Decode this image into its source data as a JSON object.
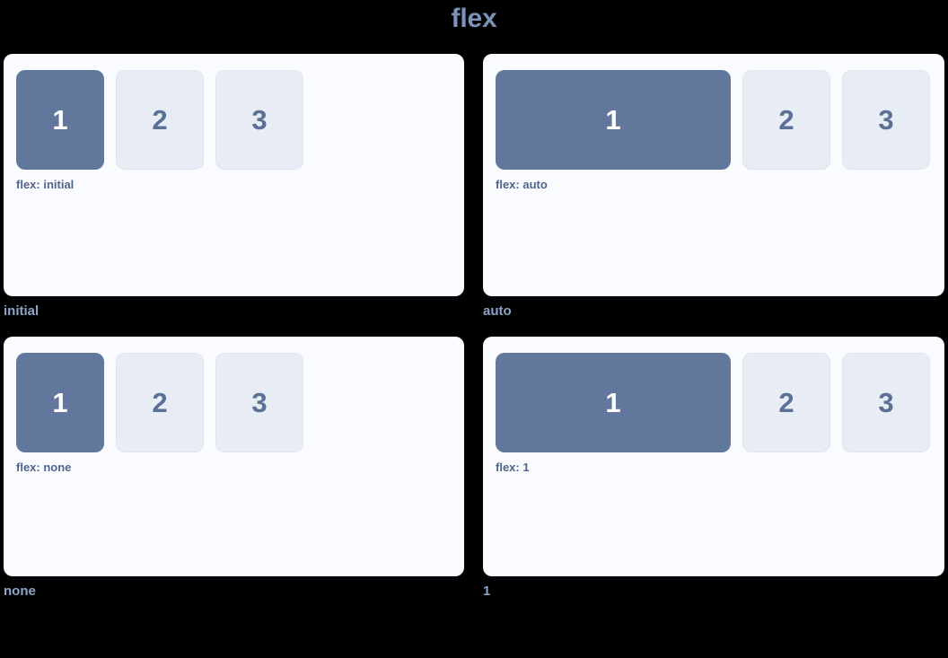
{
  "title": "flex",
  "theme": {
    "background": "#000000",
    "panel_background": "#f9fbff",
    "title_color": "#7b93b8",
    "primary_box_fill": "#61789c",
    "primary_box_text": "#ffffff",
    "secondary_box_fill": "#e8ecf5",
    "secondary_box_border": "#dfe5f0",
    "secondary_box_text": "#5b7095",
    "note_color": "#50658b",
    "caption_color": "#8ca5c9"
  },
  "demos": [
    {
      "id": "initial",
      "note": "flex: initial",
      "caption": "initial",
      "boxes": [
        {
          "label": "1",
          "variant": "primary"
        },
        {
          "label": "2",
          "variant": "secondary"
        },
        {
          "label": "3",
          "variant": "secondary"
        }
      ]
    },
    {
      "id": "auto",
      "note": "flex: auto",
      "caption": "auto",
      "boxes": [
        {
          "label": "1",
          "variant": "primary"
        },
        {
          "label": "2",
          "variant": "secondary"
        },
        {
          "label": "3",
          "variant": "secondary"
        }
      ]
    },
    {
      "id": "none",
      "note": "flex: none",
      "caption": "none",
      "boxes": [
        {
          "label": "1",
          "variant": "primary"
        },
        {
          "label": "2",
          "variant": "secondary"
        },
        {
          "label": "3",
          "variant": "secondary"
        }
      ]
    },
    {
      "id": "one",
      "note": "flex: 1",
      "caption": "1",
      "boxes": [
        {
          "label": "1",
          "variant": "primary"
        },
        {
          "label": "2",
          "variant": "secondary"
        },
        {
          "label": "3",
          "variant": "secondary"
        }
      ]
    }
  ]
}
